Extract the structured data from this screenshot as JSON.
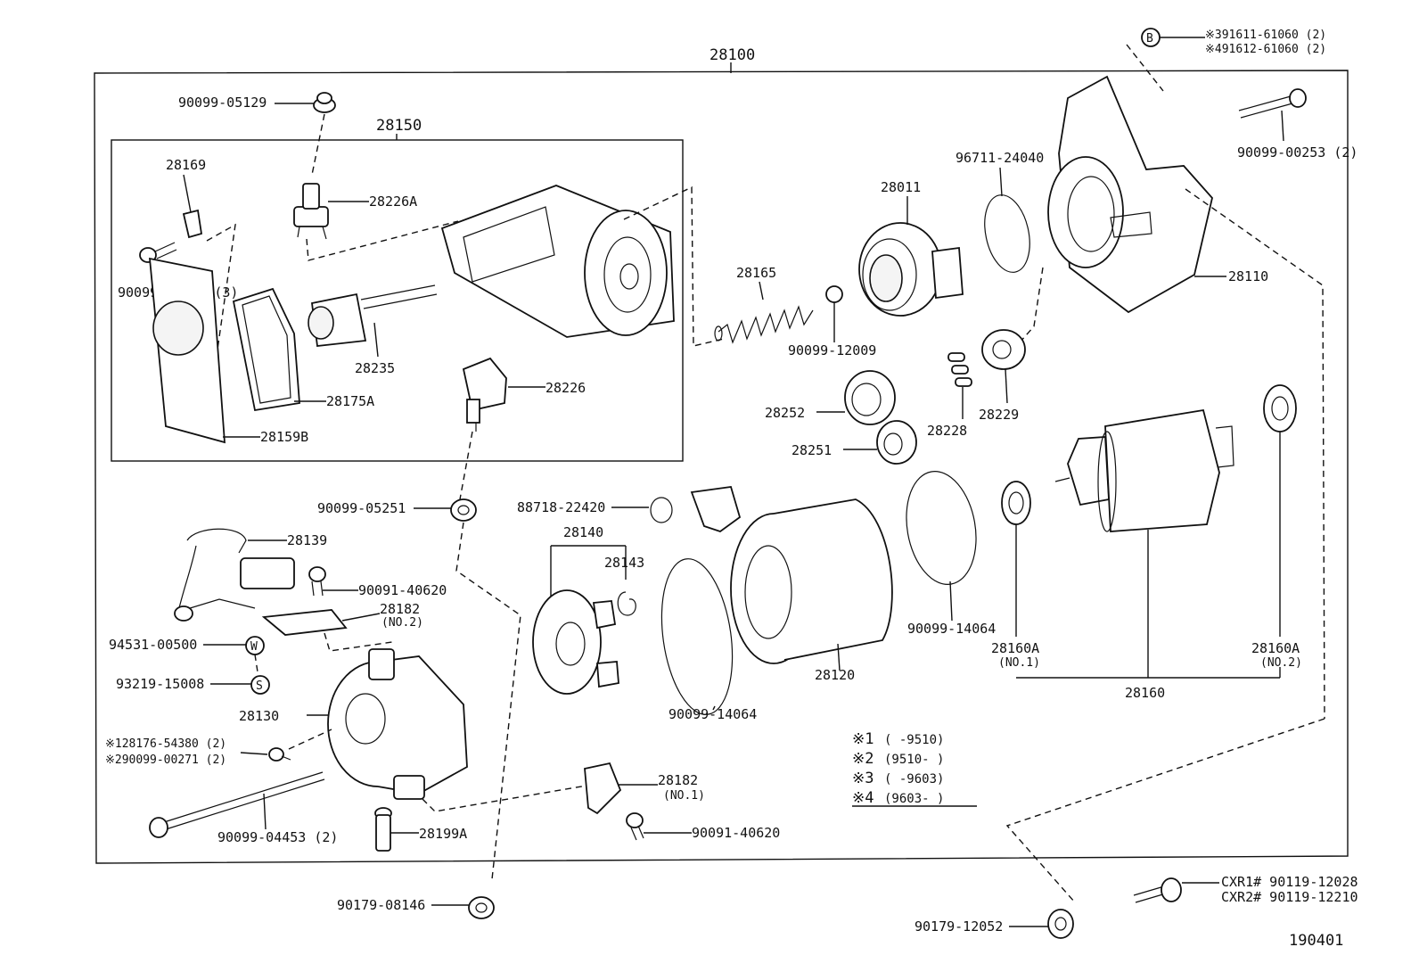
{
  "parts": {
    "assembly": "28100",
    "marker_b": "B",
    "marker_b_ref1": "※391611-61060 (2)",
    "marker_b_ref2": "※491612-61060 (2)",
    "p90099_05129": "90099-05129",
    "sub_assembly": "28150",
    "p28169": "28169",
    "p28226A": "28226A",
    "p90099_04475": "90099-04475 (3)",
    "p28235": "28235",
    "p28175A": "28175A",
    "p28159B": "28159B",
    "p28226": "28226",
    "p28165": "28165",
    "p90099_12009": "90099-12009",
    "p28011": "28011",
    "p96711_24040": "96711-24040",
    "p28110": "28110",
    "p90099_00253": "90099-00253 (2)",
    "p28252": "28252",
    "p28251": "28251",
    "p28228": "28228",
    "p28229": "28229",
    "p90099_05251": "90099-05251",
    "p88718_22420": "88718-22420",
    "p28140": "28140",
    "p28143": "28143",
    "p28139": "28139",
    "p90091_40620a": "90091-40620",
    "p28182a": "28182",
    "p28182a_note": "(NO.2)",
    "p94531_00500": "94531-00500",
    "marker_w": "W",
    "p93219_15008": "93219-15008",
    "marker_s": "S",
    "p28130": "28130",
    "p128176": "※128176-54380 (2)",
    "p290099": "※290099-00271 (2)",
    "p90099_04453": "90099-04453 (2)",
    "p28199A": "28199A",
    "p28182b": "28182",
    "p28182b_note": "(NO.1)",
    "p90091_40620b": "90091-40620",
    "p90179_08146": "90179-08146",
    "p90099_14064a": "90099-14064",
    "p28120": "28120",
    "p90099_14064b": "90099-14064",
    "p28160A_1": "28160A",
    "p28160A_1_note": "(NO.1)",
    "p28160A_2": "28160A",
    "p28160A_2_note": "(NO.2)",
    "p28160": "28160",
    "cxr1": "CXR1# 90119-12028",
    "cxr2": "CXR2# 90119-12210",
    "p90179_12052": "90179-12052",
    "diagram_id": "190401"
  },
  "notes": [
    {
      "mark": "※1",
      "range": "(       -9510)"
    },
    {
      "mark": "※2",
      "range": "(9510-       )"
    },
    {
      "mark": "※3",
      "range": "(       -9603)"
    },
    {
      "mark": "※4",
      "range": "(9603-       )"
    }
  ]
}
